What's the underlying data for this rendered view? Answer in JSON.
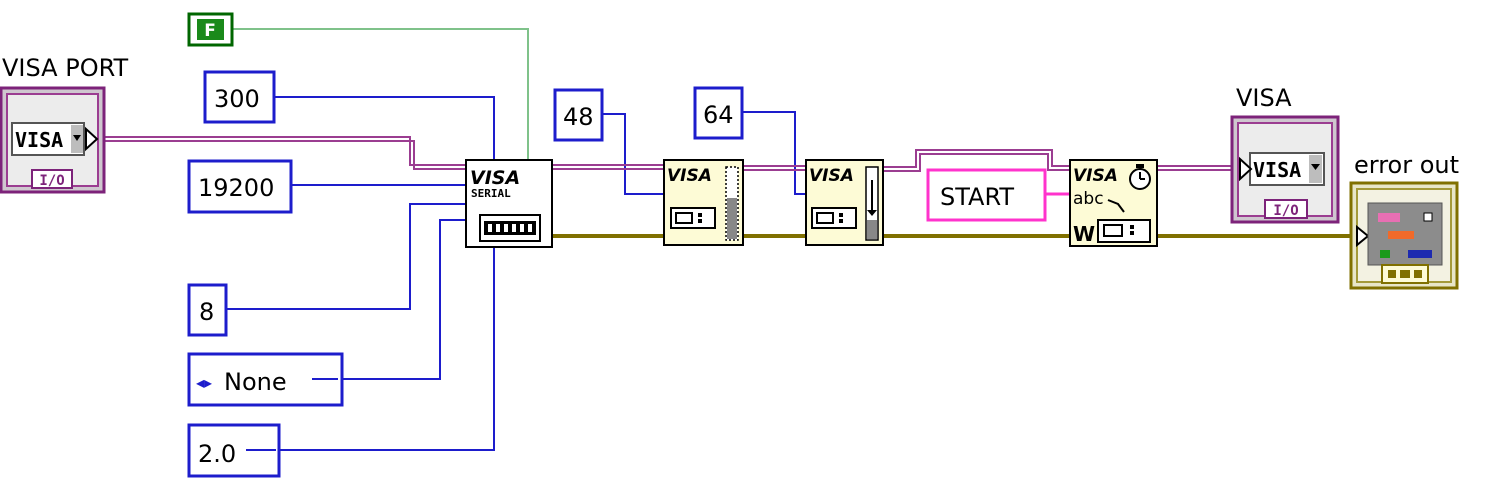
{
  "labels": {
    "visa_port": "VISA PORT",
    "visa_out": "VISA",
    "error_out": "error out"
  },
  "constants": {
    "bool_false": "F",
    "timeout": "300",
    "baud": "19200",
    "data_bits": "8",
    "parity": "None",
    "stop_bits": "2.0",
    "buffer_in": "48",
    "buffer_out": "64",
    "start_string": "START"
  },
  "icons": {
    "visa_text": "VISA",
    "io_text": "I/O",
    "serial_text": "SERIAL",
    "abc_text": "abc",
    "w_text": "W"
  },
  "colors": {
    "visa_wire": "#9b3d91",
    "error_wire": "#807000",
    "numeric_wire": "#1d1dcc",
    "bool_wire": "#006600",
    "string_wire": "#ff33cc",
    "node_fill": "#fdfbd6"
  }
}
